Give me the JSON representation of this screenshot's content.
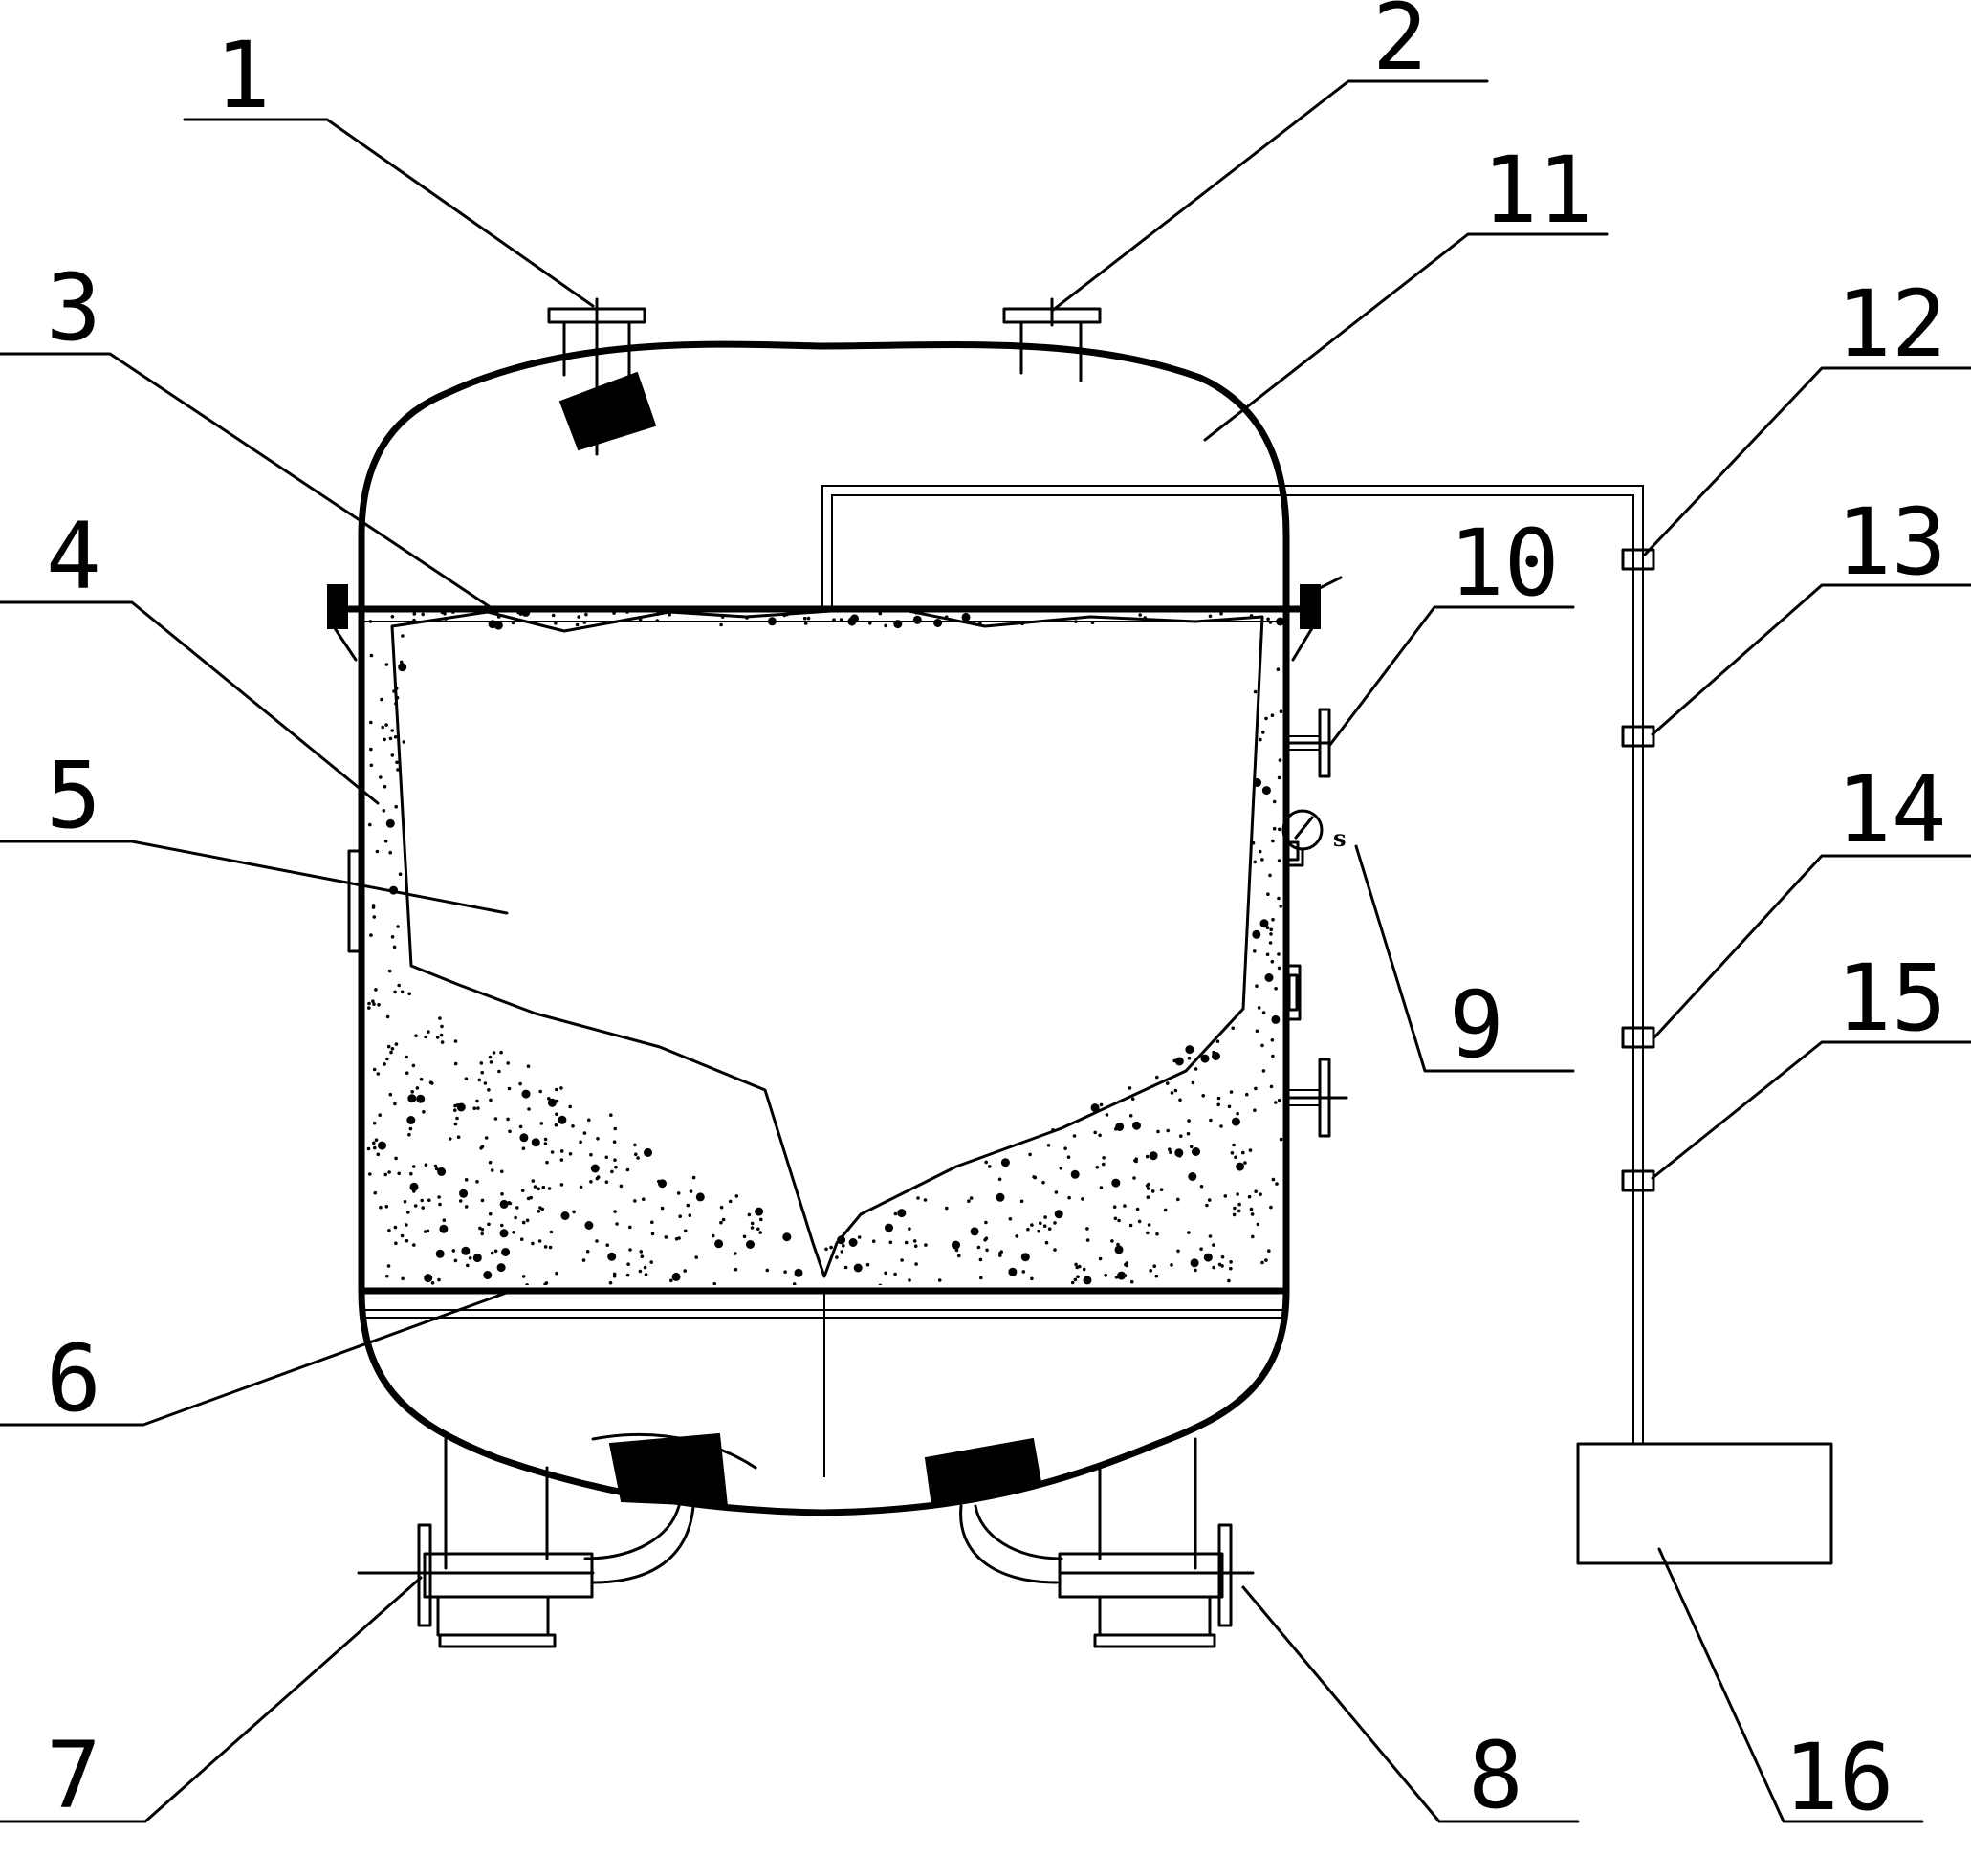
{
  "callouts": [
    {
      "id": "1",
      "label": "1"
    },
    {
      "id": "2",
      "label": "2"
    },
    {
      "id": "3",
      "label": "3"
    },
    {
      "id": "4",
      "label": "4"
    },
    {
      "id": "5",
      "label": "5"
    },
    {
      "id": "6",
      "label": "6"
    },
    {
      "id": "7",
      "label": "7"
    },
    {
      "id": "8",
      "label": "8"
    },
    {
      "id": "9",
      "label": "9"
    },
    {
      "id": "10",
      "label": "10"
    },
    {
      "id": "11",
      "label": "11"
    },
    {
      "id": "12",
      "label": "12"
    },
    {
      "id": "13",
      "label": "13"
    },
    {
      "id": "14",
      "label": "14"
    },
    {
      "id": "15",
      "label": "15"
    },
    {
      "id": "16",
      "label": "16"
    }
  ],
  "gauge_letter": "s"
}
